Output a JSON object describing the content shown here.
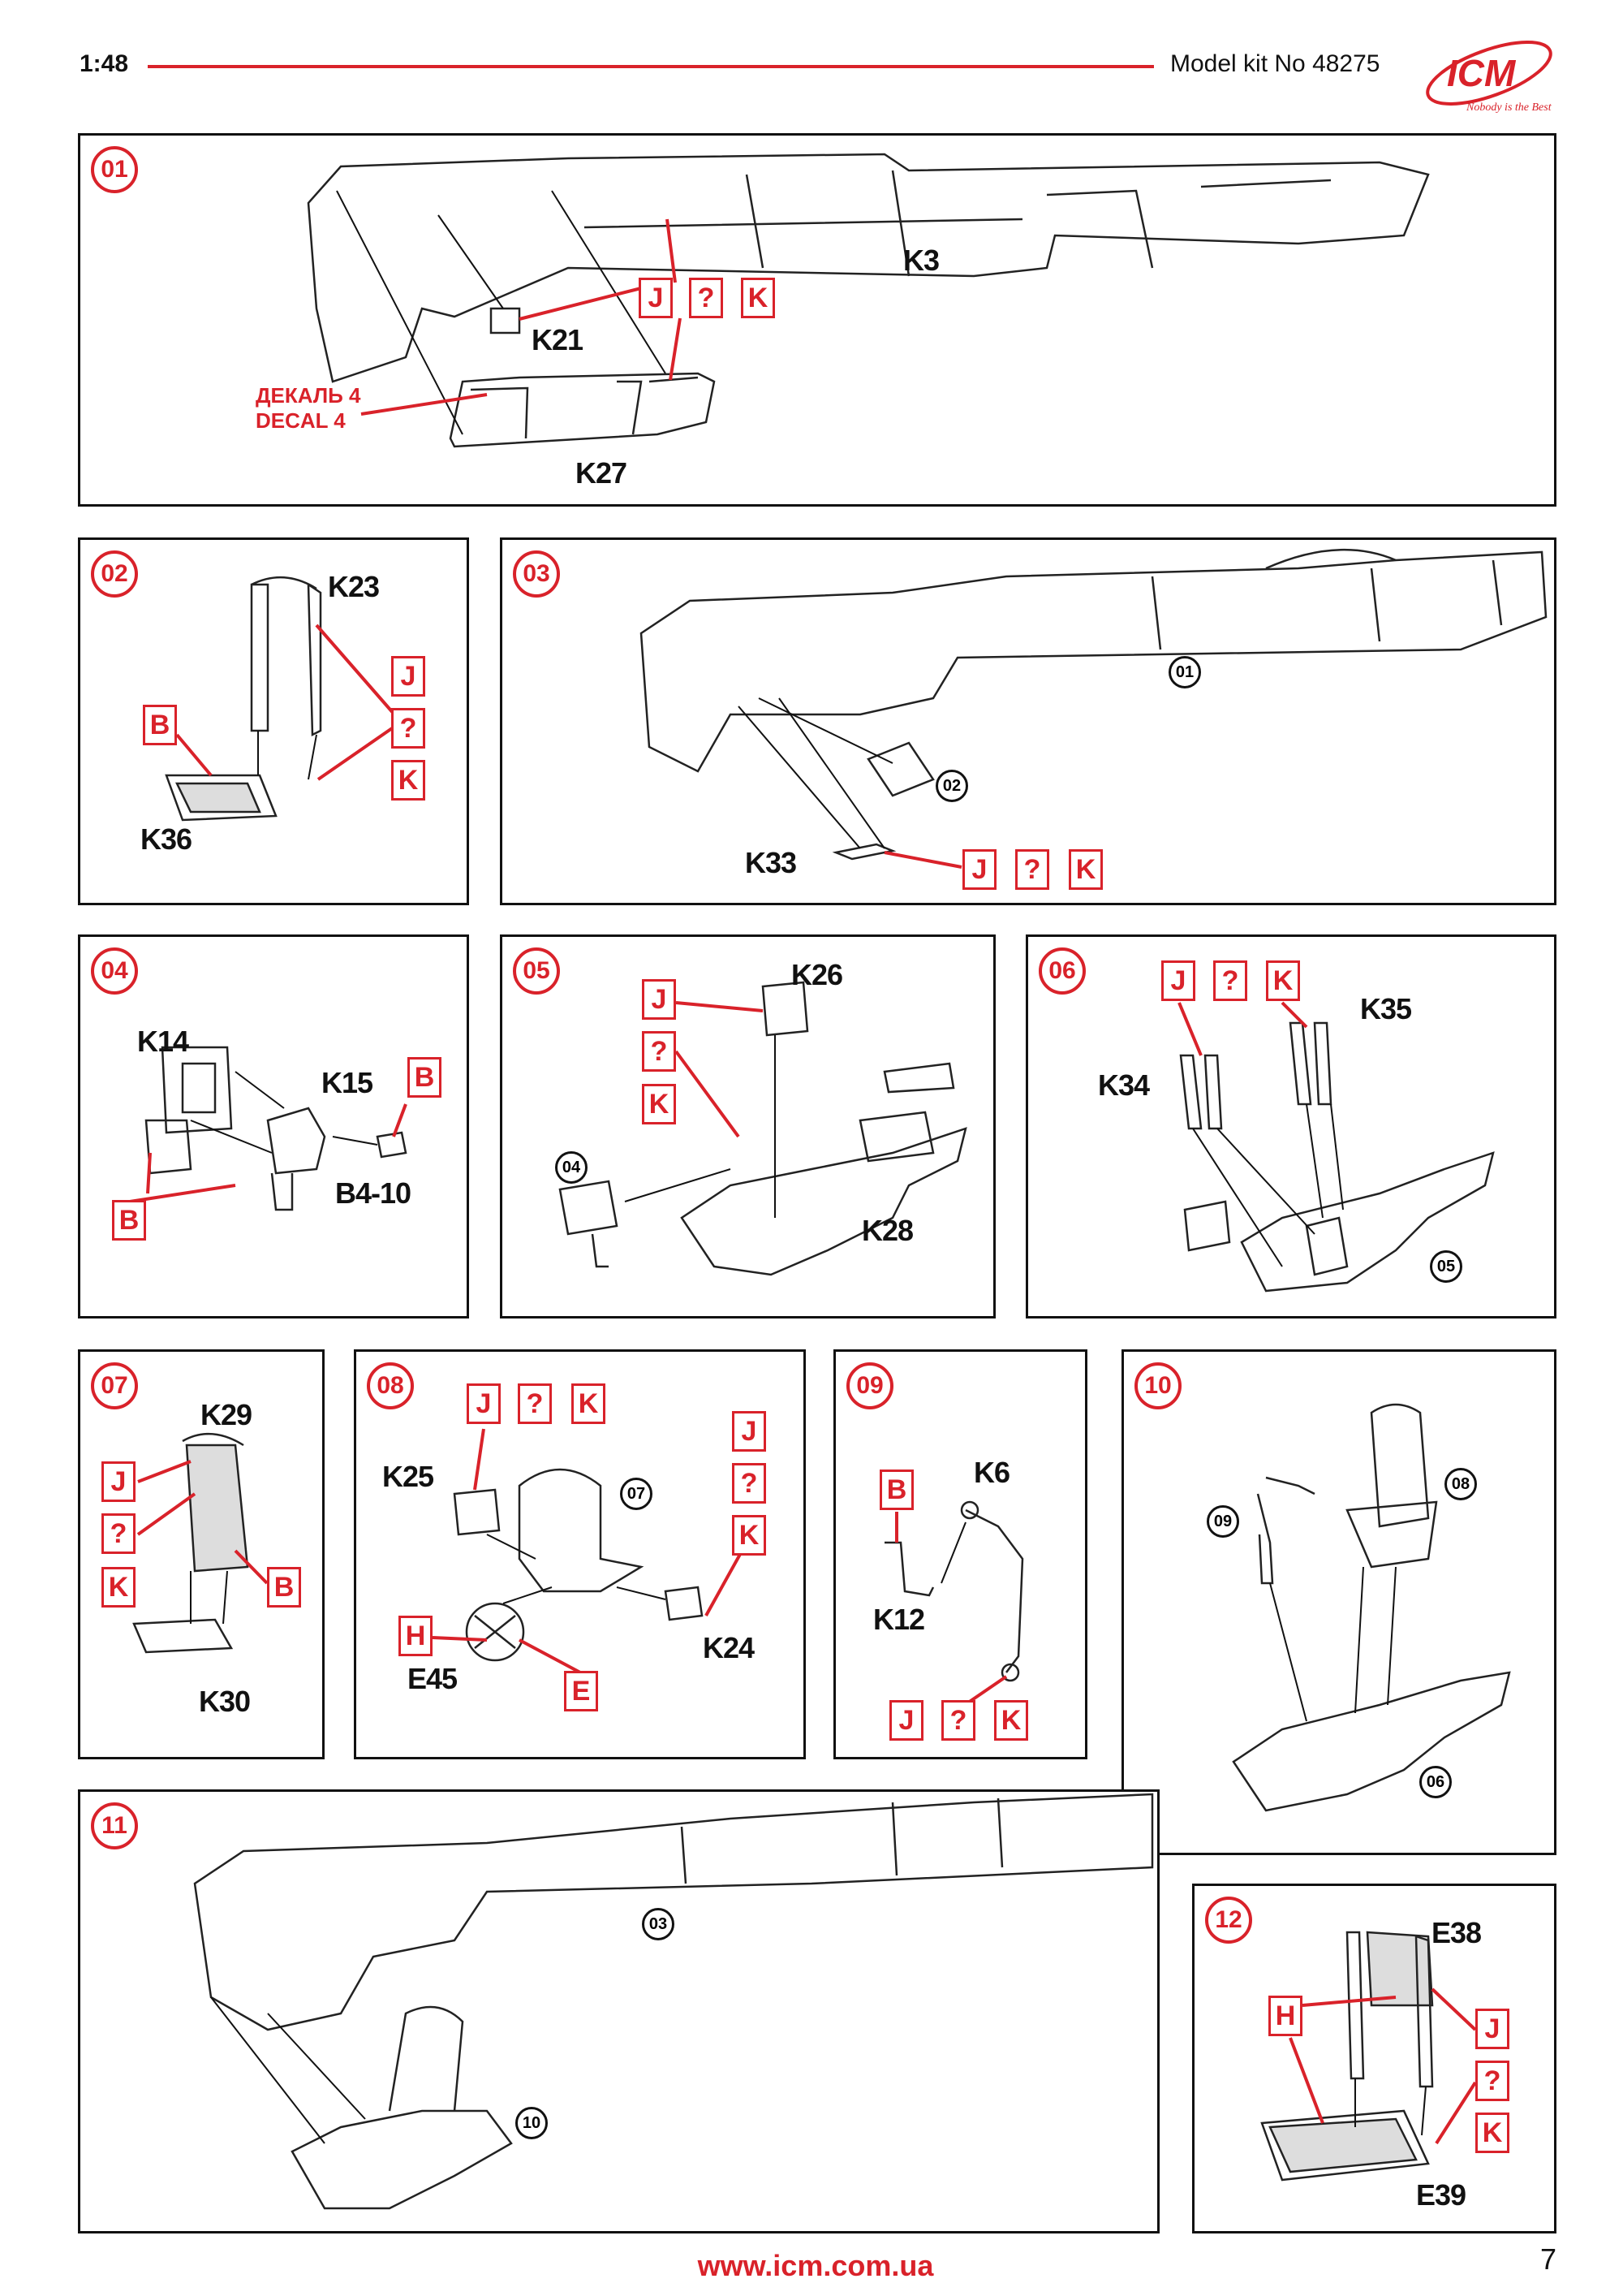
{
  "header": {
    "scale": "1:48",
    "model_kit": "Model kit No 48275",
    "logo_text": "ICM",
    "logo_tagline": "Nobody is the Best"
  },
  "colors": {
    "accent": "#d9222a",
    "ink": "#111111"
  },
  "steps": {
    "s01": {
      "num": "01",
      "parts": [
        "K3",
        "K21",
        "K27"
      ],
      "decal_ru": "ДЕКАЛЬ 4",
      "decal_en": "DECAL 4",
      "paint": [
        "J",
        "?",
        "K"
      ]
    },
    "s02": {
      "num": "02",
      "parts": [
        "K23",
        "K36"
      ],
      "paint_a": [
        "B"
      ],
      "paint_b": [
        "J",
        "?",
        "K"
      ]
    },
    "s03": {
      "num": "03",
      "refs": [
        "01",
        "02"
      ],
      "parts": [
        "K33"
      ],
      "paint": [
        "J",
        "?",
        "K"
      ]
    },
    "s04": {
      "num": "04",
      "parts": [
        "K14",
        "K15",
        "B4-10"
      ],
      "paint": [
        "B",
        "B"
      ]
    },
    "s05": {
      "num": "05",
      "parts": [
        "K26",
        "K28"
      ],
      "refs": [
        "04"
      ],
      "paint": [
        "J",
        "?",
        "K"
      ]
    },
    "s06": {
      "num": "06",
      "parts": [
        "K35",
        "K34"
      ],
      "refs": [
        "05"
      ],
      "paint": [
        "J",
        "?",
        "K"
      ]
    },
    "s07": {
      "num": "07",
      "parts": [
        "K29",
        "K30"
      ],
      "paint": [
        "J",
        "?",
        "K",
        "B"
      ]
    },
    "s08": {
      "num": "08",
      "parts": [
        "K25",
        "E45",
        "K24"
      ],
      "refs": [
        "07"
      ],
      "paint_a": [
        "J",
        "?",
        "K"
      ],
      "paint_b": [
        "J",
        "?",
        "K"
      ],
      "paint_c": [
        "H",
        "E"
      ]
    },
    "s09": {
      "num": "09",
      "parts": [
        "K6",
        "K12"
      ],
      "paint_a": [
        "B"
      ],
      "paint_b": [
        "J",
        "?",
        "K"
      ]
    },
    "s10": {
      "num": "10",
      "refs": [
        "08",
        "09",
        "06"
      ]
    },
    "s11": {
      "num": "11",
      "refs": [
        "03",
        "10"
      ]
    },
    "s12": {
      "num": "12",
      "parts": [
        "E38",
        "E39"
      ],
      "paint_a": [
        "H"
      ],
      "paint_b": [
        "J",
        "?",
        "K"
      ]
    }
  },
  "footer": {
    "url": "www.icm.com.ua",
    "page": "7"
  }
}
